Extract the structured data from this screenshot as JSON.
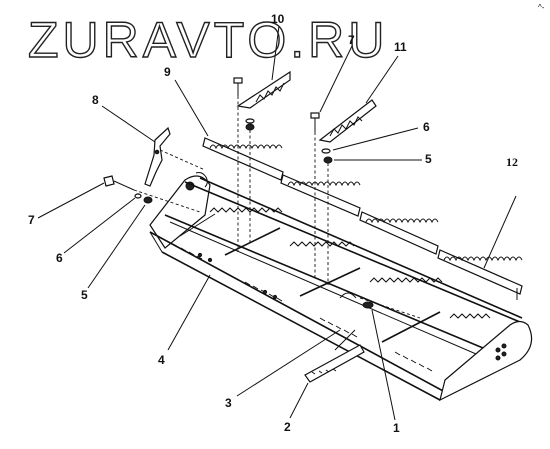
{
  "watermark": "ZURAVTO.RU",
  "corner_mark": "^-",
  "labels": {
    "l1": "1",
    "l2": "2",
    "l3": "3",
    "l4": "4",
    "l5a": "5",
    "l5b": "5",
    "l6a": "6",
    "l6b": "6",
    "l7a": "7",
    "l7b": "7",
    "l8": "8",
    "l9": "9",
    "l10": "10",
    "l11": "11",
    "l12": "12"
  }
}
